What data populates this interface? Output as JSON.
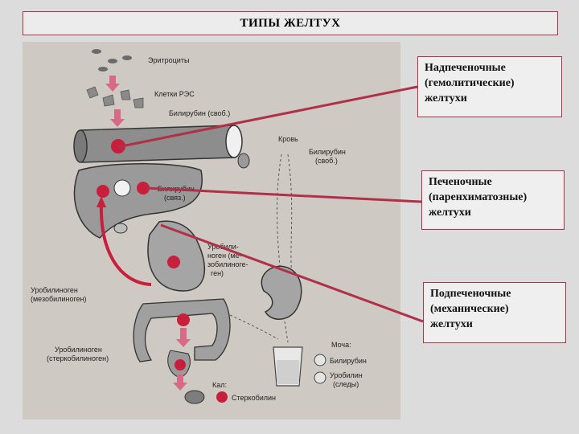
{
  "title": "ТИПЫ ЖЕЛТУХ",
  "callouts": [
    {
      "lines": [
        "Надпеченочные",
        "(гемолитические)",
        "желтухи"
      ]
    },
    {
      "lines": [
        "Печеночные",
        "(паренхиматозные)",
        "желтухи"
      ]
    },
    {
      "lines": [
        "Подпеченочные",
        "(механические)",
        "желтухи"
      ]
    }
  ],
  "diagram": {
    "erythrocytes": "Эритроциты",
    "res_cells": "Клетки РЭС",
    "bilirubin_free": "Билирубин (своб.)",
    "blood": "Кровь",
    "blood_bilirubin_1": "Билирубин",
    "blood_bilirubin_2": "(своб.)",
    "bilirubin_bound_1": "Билирубин",
    "bilirubin_bound_2": "(связ.)",
    "urobilinogen_int_1": "Уробили-",
    "urobilinogen_int_2": "ноген (ме-",
    "urobilinogen_int_3": "зобилиноге-",
    "urobilinogen_int_4": "ген)",
    "urobilinogen_meso_1": "Уробилиноген",
    "urobilinogen_meso_2": "(мезобилиноген)",
    "urobilinogen_sterco_1": "Уробилиноген",
    "urobilinogen_sterco_2": "(стеркобилиноген)",
    "urine": "Моча:",
    "urine_bilirubin": "Билирубин",
    "urine_urobilin_1": "Уробилин",
    "urine_urobilin_2": "(следы)",
    "feces": "Кал:",
    "stercobilin": "Стеркобилин"
  },
  "colors": {
    "accent": "#b03048",
    "marker": "#c8203c",
    "figure_bg": "#cfc9c3"
  }
}
